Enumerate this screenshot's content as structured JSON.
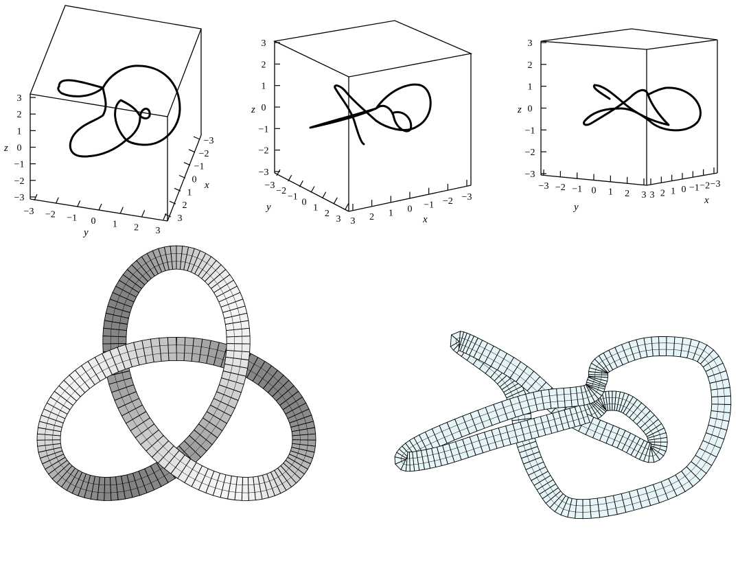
{
  "panels": [
    {
      "z_label": "z",
      "x_label": "x",
      "y_label": "y",
      "z_ticks": [
        "3",
        "2",
        "1",
        "0",
        "−1",
        "−2",
        "−3"
      ],
      "y_ticks": [
        "−3",
        "−2",
        "−1",
        "0",
        "1",
        "2",
        "3"
      ],
      "x_ticks": [
        "−3",
        "−2",
        "−1",
        "0",
        "1",
        "2",
        "3"
      ]
    },
    {
      "z_label": "z",
      "x_label": "x",
      "y_label": "y",
      "z_ticks": [
        "3",
        "2",
        "1",
        "0",
        "−1",
        "−2",
        "−3"
      ],
      "y_ticks": [
        "−3",
        "−2",
        "−1",
        "0",
        "1",
        "2",
        "3"
      ],
      "x_ticks": [
        "3",
        "2",
        "1",
        "0",
        "−1",
        "−2",
        "−3"
      ]
    },
    {
      "z_label": "z",
      "x_label": "x",
      "y_label": "y",
      "z_ticks": [
        "3",
        "2",
        "1",
        "0",
        "−1",
        "−2",
        "−3"
      ],
      "y_ticks": [
        "−3",
        "−2",
        "−1",
        "0",
        "1",
        "2",
        "3"
      ],
      "x_ticks": [
        "3",
        "2",
        "1",
        "0",
        "−1",
        "−2",
        "−3"
      ]
    }
  ],
  "colors": {
    "line": "#000000",
    "trefoil_dark": "#8c8c8c",
    "trefoil_light": "#f2f2f2",
    "knot_tube": "#e6f5f8"
  }
}
